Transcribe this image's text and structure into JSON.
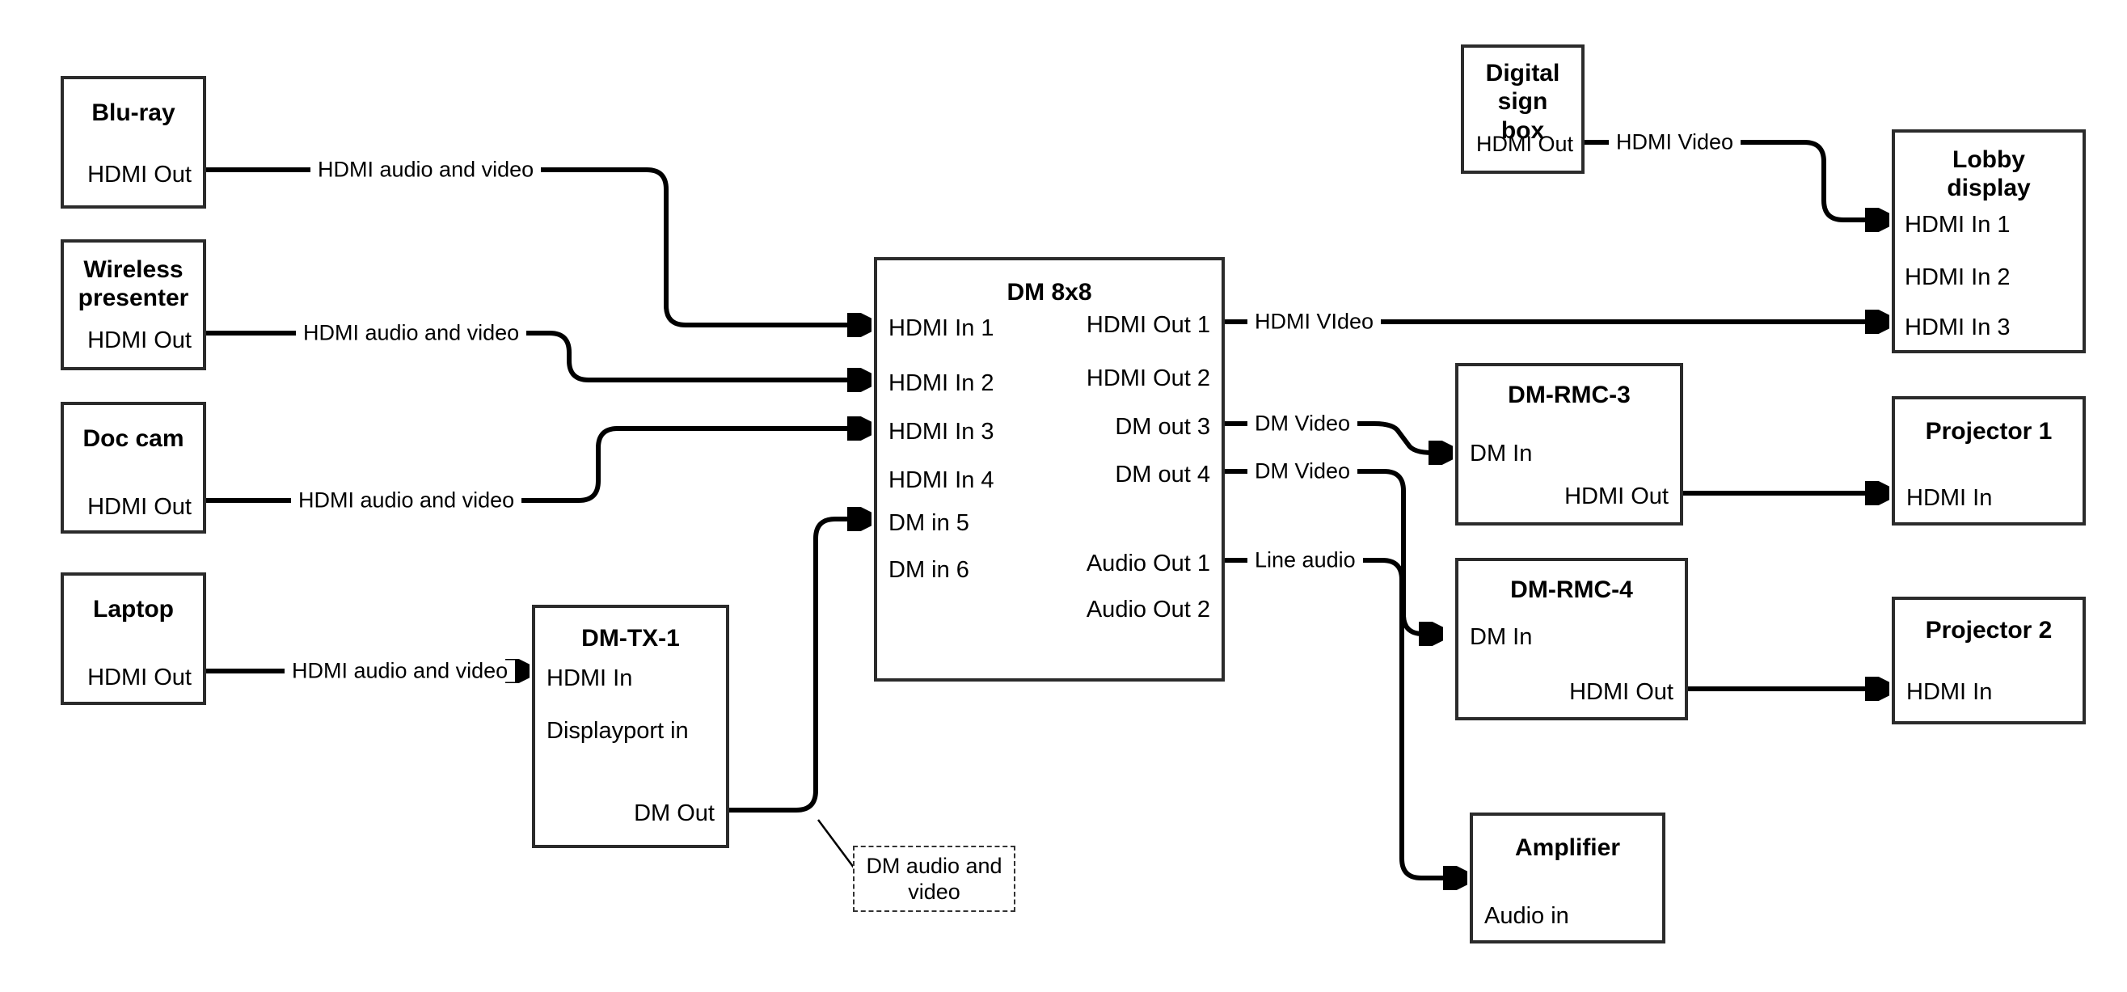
{
  "diagram": {
    "title": "AV System Signal Flow Diagram",
    "type": "block-diagram"
  },
  "devices": {
    "bluray": {
      "title": "Blu-ray",
      "ports": {
        "out1": "HDMI Out"
      }
    },
    "wireless": {
      "title": "Wireless\npresenter",
      "title_l1": "Wireless",
      "title_l2": "presenter",
      "ports": {
        "out1": "HDMI Out"
      }
    },
    "doccam": {
      "title": "Doc cam",
      "ports": {
        "out1": "HDMI Out"
      }
    },
    "laptop": {
      "title": "Laptop",
      "ports": {
        "out1": "HDMI Out"
      }
    },
    "dmtx1": {
      "title": "DM-TX-1",
      "ports": {
        "in1": "HDMI In",
        "in2": "Displayport in",
        "out1": "DM Out"
      }
    },
    "dm8x8": {
      "title": "DM 8x8",
      "inputs": [
        "HDMI In 1",
        "HDMI In 2",
        "HDMI In 3",
        "HDMI In 4",
        "DM in 5",
        "DM in 6"
      ],
      "outputs": [
        "HDMI Out 1",
        "HDMI Out 2",
        "DM out 3",
        "DM out 4",
        "Audio Out 1",
        "Audio Out 2"
      ]
    },
    "digitalsign": {
      "title_l1": "Digital sign",
      "title_l2": "box",
      "ports": {
        "out1": "HDMI Out"
      }
    },
    "lobby": {
      "title_l1": "Lobby",
      "title_l2": "display",
      "inputs": [
        "HDMI In 1",
        "HDMI In 2",
        "HDMI In 3"
      ]
    },
    "dmrmc3": {
      "title": "DM-RMC-3",
      "ports": {
        "in1": "DM In",
        "out1": "HDMI Out"
      }
    },
    "dmrmc4": {
      "title": "DM-RMC-4",
      "ports": {
        "in1": "DM In",
        "out1": "HDMI Out"
      }
    },
    "projector1": {
      "title": "Projector 1",
      "ports": {
        "in1": "HDMI In"
      }
    },
    "projector2": {
      "title": "Projector 2",
      "ports": {
        "in1": "HDMI In"
      }
    },
    "amplifier": {
      "title": "Amplifier",
      "ports": {
        "in1": "Audio in"
      }
    }
  },
  "connections": {
    "bluray_to_dm": {
      "label": "HDMI audio and video"
    },
    "wireless_to_dm": {
      "label": "HDMI audio and video"
    },
    "doccam_to_dm": {
      "label": "HDMI audio and video"
    },
    "laptop_to_tx": {
      "label": "HDMI audio and video"
    },
    "tx_to_dm": {
      "label_l1": "DM audio and",
      "label_l2": "video"
    },
    "dm_hdmiout1_to_lobby": {
      "label": "HDMI VIdeo"
    },
    "dm_dmout3_to_rmc3": {
      "label": "DM Video"
    },
    "dm_dmout4_to_rmc4": {
      "label": "DM Video"
    },
    "dm_audioout1_to_amp": {
      "label": "Line audio"
    },
    "sign_to_lobby": {
      "label": "HDMI Video"
    }
  },
  "colors": {
    "wire": "#000000",
    "box_border": "#2b2b2b",
    "background": "#ffffff",
    "text": "#000000"
  }
}
